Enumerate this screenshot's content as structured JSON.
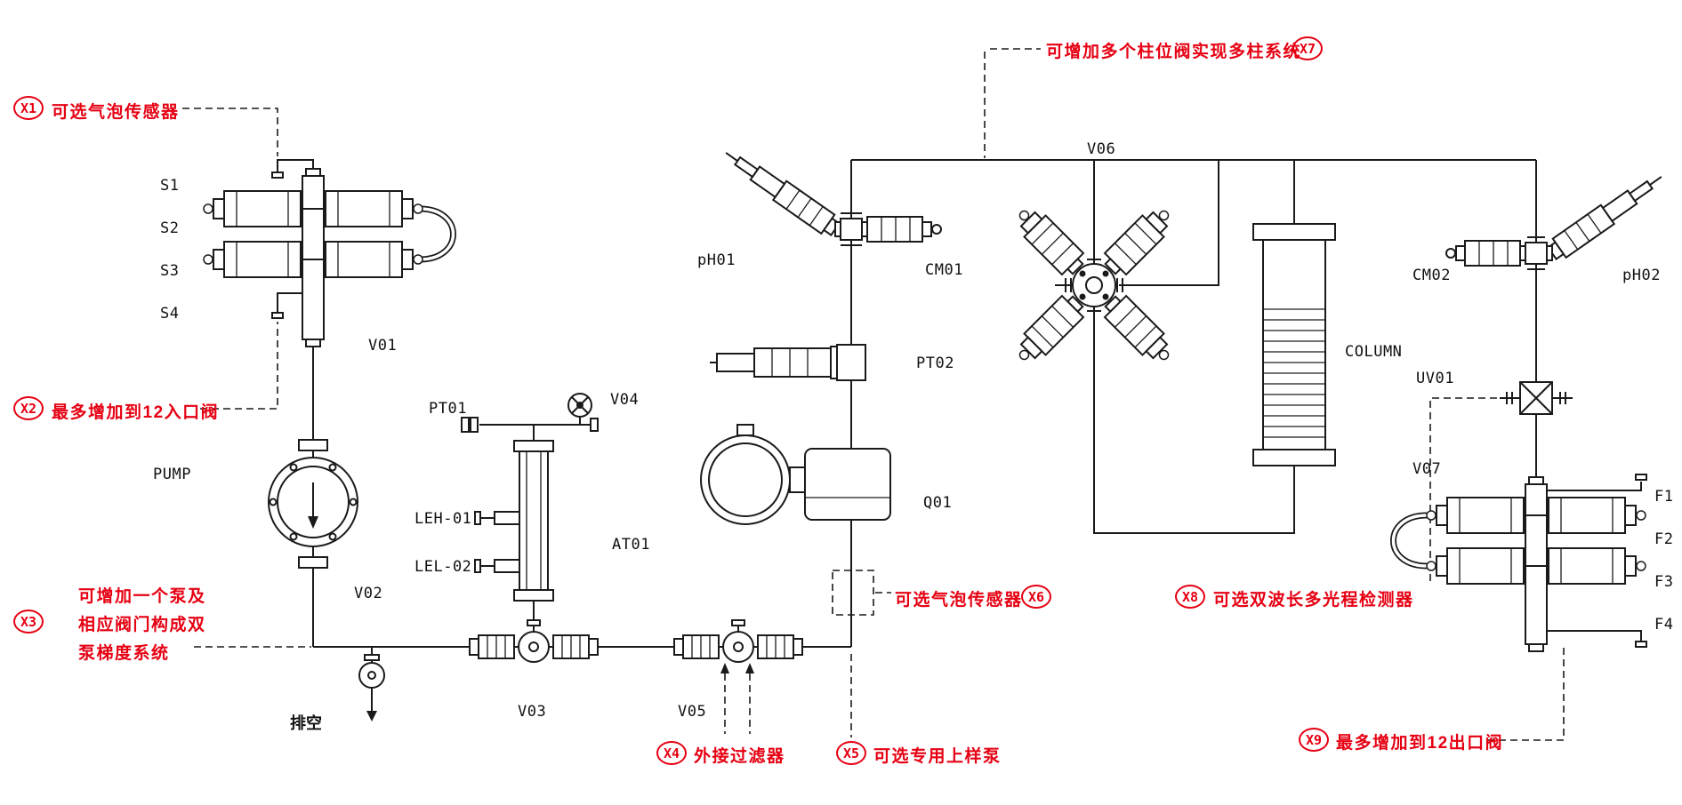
{
  "colors": {
    "line": "#1a1a1a",
    "annotation_red": "#e60012",
    "background": "#ffffff"
  },
  "labels": {
    "s1": "S1",
    "s2": "S2",
    "s3": "S3",
    "s4": "S4",
    "v01": "V01",
    "pump": "PUMP",
    "v02": "V02",
    "drain": "排空",
    "v03": "V03",
    "pt01": "PT01",
    "v04": "V04",
    "leh01": "LEH-01",
    "lel02": "LEL-02",
    "at01": "AT01",
    "v05": "V05",
    "ph01": "pH01",
    "cm01": "CM01",
    "pt02": "PT02",
    "q01": "Q01",
    "v06": "V06",
    "column": "COLUMN",
    "cm02": "CM02",
    "ph02": "pH02",
    "uv01": "UV01",
    "v07": "V07",
    "f1": "F1",
    "f2": "F2",
    "f3": "F3",
    "f4": "F4"
  },
  "annotations": {
    "x1": {
      "id": "X1",
      "text": "可选气泡传感器"
    },
    "x2": {
      "id": "X2",
      "text": "最多增加到12入口阀"
    },
    "x3": {
      "id": "X3",
      "line1": "可增加一个泵及",
      "line2": "相应阀门构成双",
      "line3": "泵梯度系统"
    },
    "x4": {
      "id": "X4",
      "text": "外接过滤器"
    },
    "x5": {
      "id": "X5",
      "text": "可选专用上样泵"
    },
    "x6": {
      "id": "X6",
      "text": "可选气泡传感器"
    },
    "x7": {
      "id": "X7",
      "text": "可增加多个柱位阀实现多柱系统"
    },
    "x8": {
      "id": "X8",
      "text": "可选双波长多光程检测器"
    },
    "x9": {
      "id": "X9",
      "text": "最多增加到12出口阀"
    }
  }
}
